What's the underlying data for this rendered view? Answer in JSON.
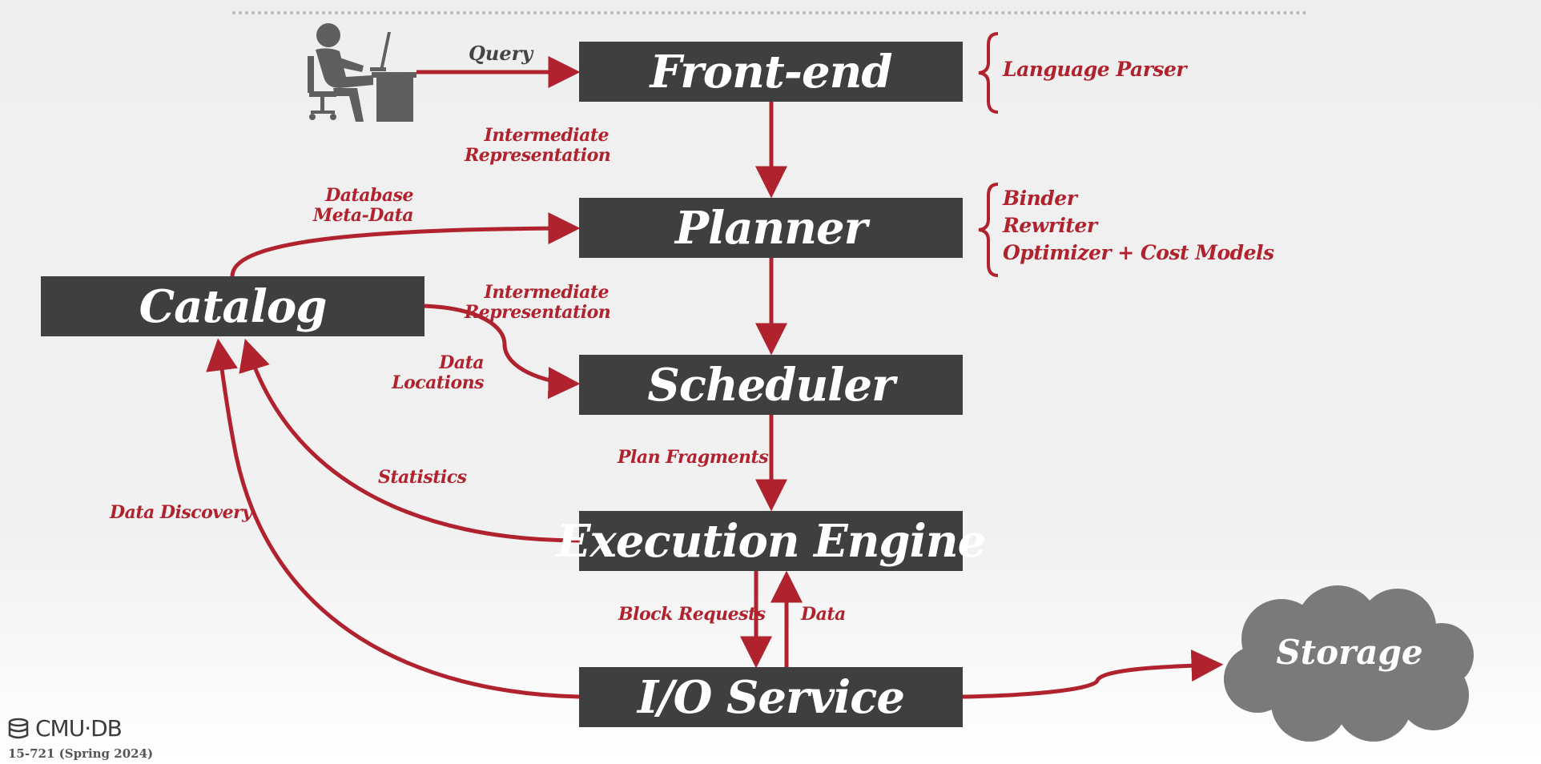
{
  "boxes": {
    "frontend": "Front-end",
    "planner": "Planner",
    "scheduler": "Scheduler",
    "engine": "Execution Engine",
    "io": "I/O Service",
    "catalog": "Catalog",
    "storage": "Storage"
  },
  "labels": {
    "query": "Query",
    "ir1_line1": "Intermediate",
    "ir1_line2": "Representation",
    "ir2_line1": "Intermediate",
    "ir2_line2": "Representation",
    "meta_line1": "Database",
    "meta_line2": "Meta-Data",
    "locs_line1": "Data",
    "locs_line2": "Locations",
    "statistics": "Statistics",
    "discovery": "Data Discovery",
    "fragments": "Plan Fragments",
    "block_requests": "Block Requests",
    "data": "Data"
  },
  "notes": {
    "parser": "Language Parser",
    "planner_items": [
      "Binder",
      "Rewriter",
      "Optimizer + Cost Models"
    ]
  },
  "footer": {
    "logo": "CMU·DB",
    "course": "15-721 (Spring 2024)"
  },
  "colors": {
    "accent": "#b0232e",
    "box": "#3f3f3f",
    "storage": "#7a7a7a"
  },
  "icons": [
    "user-at-desk-icon",
    "database-logo-icon"
  ]
}
